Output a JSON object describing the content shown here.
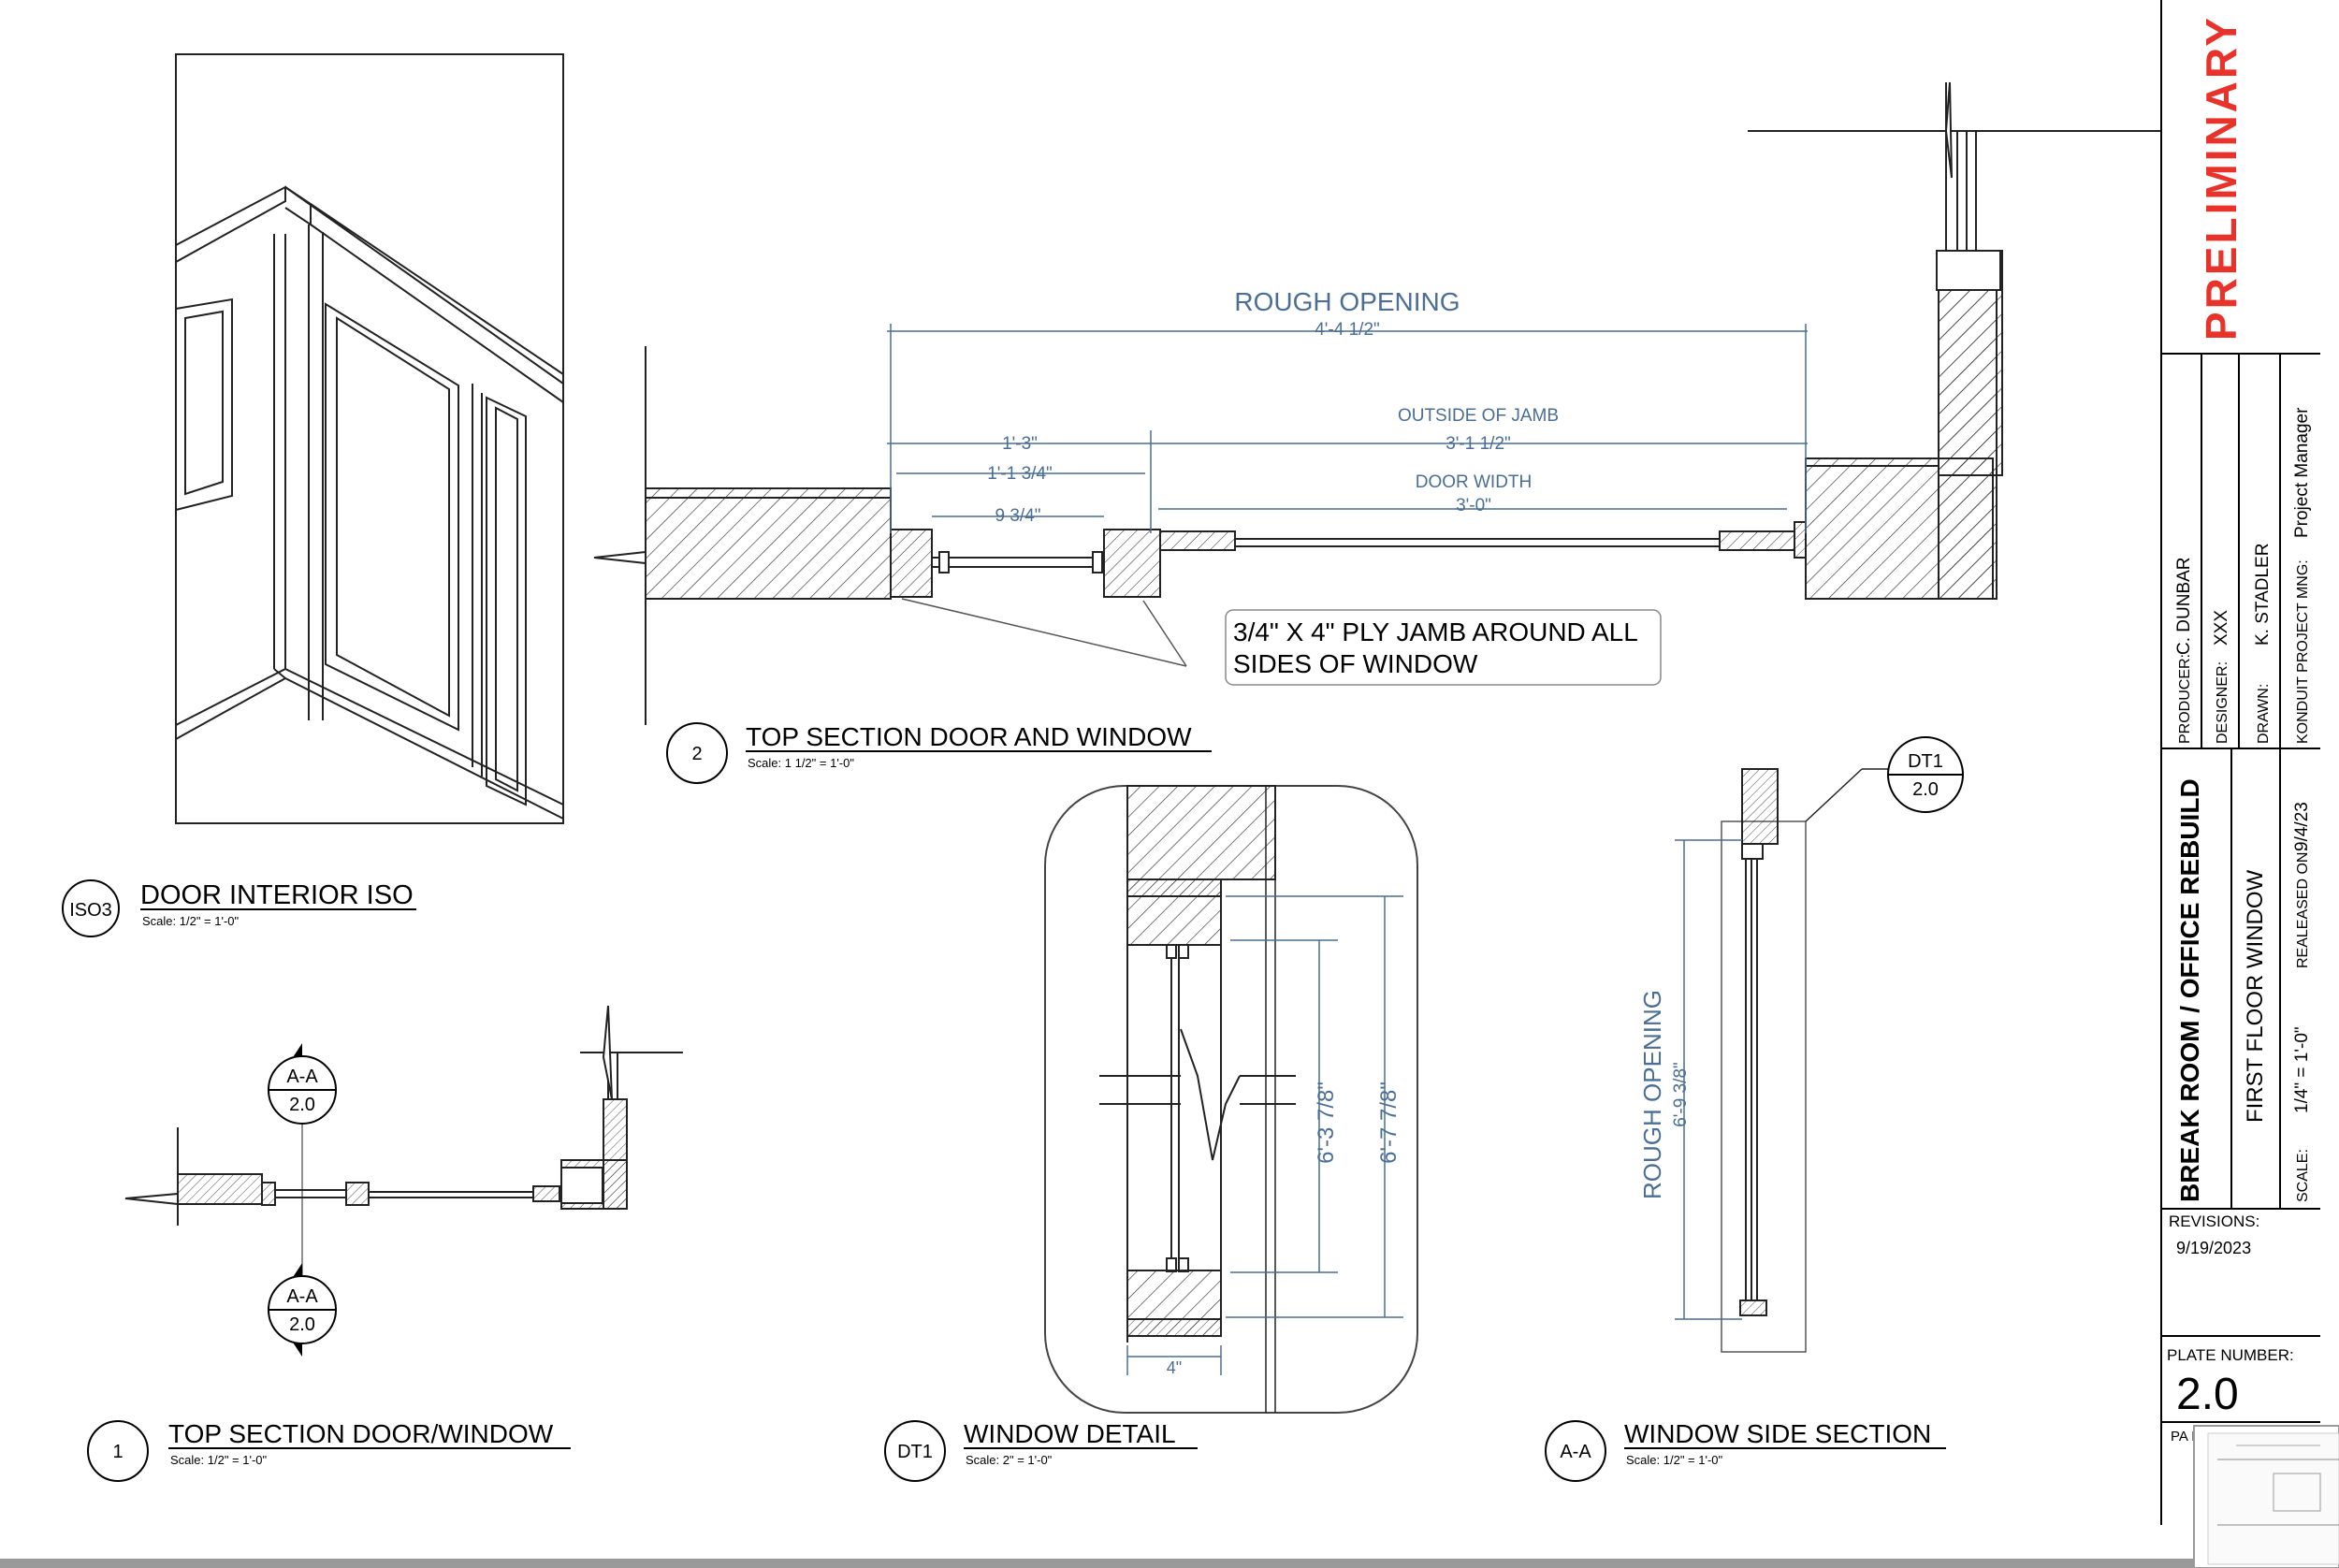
{
  "stamp": {
    "text": "PRELIMINARY",
    "color": "#e8322a"
  },
  "title_block": {
    "producer_label": "PRODUCER:",
    "producer": "C. DUNBAR",
    "designer_label": "DESIGNER:",
    "designer": "XXX",
    "drawn_label": "DRAWN:",
    "drawn": "K. STADLER",
    "pm_label": "KONDUIT PROJECT MNG:",
    "pm": "Project Manager",
    "project": "BREAK ROOM / OFFICE REBUILD",
    "sheet_title": "FIRST FLOOR WINDOW",
    "released_label": "REALEASED ON:",
    "released": "9/4/23",
    "scale_label": "SCALE:",
    "scale": "1/4\" = 1'-0\"",
    "revisions_label": "REVISIONS:",
    "revision_date": "9/19/2023",
    "plate_label": "PLATE NUMBER:",
    "plate": "2.0",
    "page_label_partial": "PA NU"
  },
  "views": {
    "iso3": {
      "tag": "ISO3",
      "title": "DOOR INTERIOR ISO",
      "scale": "Scale: 1/2\" = 1'-0\""
    },
    "v2": {
      "tag": "2",
      "title": "TOP SECTION DOOR AND WINDOW",
      "scale": "Scale: 1 1/2\" = 1'-0\""
    },
    "v1": {
      "tag": "1",
      "title": "TOP SECTION DOOR/WINDOW",
      "scale": "Scale: 1/2\" = 1'-0\""
    },
    "dt1": {
      "tag": "DT1",
      "title": "WINDOW DETAIL",
      "scale": "Scale: 2\" = 1'-0\""
    },
    "aa": {
      "tag": "A-A",
      "title": "WINDOW SIDE SECTION",
      "scale": "Scale: 1/2\" = 1'-0\""
    }
  },
  "dims_v2": {
    "rough_label": "ROUGH OPENING",
    "rough": "4'-4 1/2\"",
    "jamb_label": "OUTSIDE OF JAMB",
    "jamb": "3'-1 1/2\"",
    "door_label": "DOOR WIDTH",
    "door": "3'-0\"",
    "d1": "1'-3\"",
    "d2": "1'-1 3/4\"",
    "d3": "9 3/4\""
  },
  "callout": {
    "line1": "3/4\" X 4\" PLY JAMB AROUND ALL",
    "line2": "SIDES OF WINDOW"
  },
  "dt1_dims": {
    "d1": "6'-3 7/8\"",
    "d2": "6'-7 7/8\"",
    "w": "4\""
  },
  "aa_dims": {
    "label": "ROUGH OPENING",
    "value": "6'-9 3/8\""
  },
  "section_marks": {
    "top_code": "A-A",
    "top_sheet": "2.0",
    "bottom_code": "A-A",
    "bottom_sheet": "2.0"
  },
  "detail_ref": {
    "code": "DT1",
    "sheet": "2.0"
  }
}
